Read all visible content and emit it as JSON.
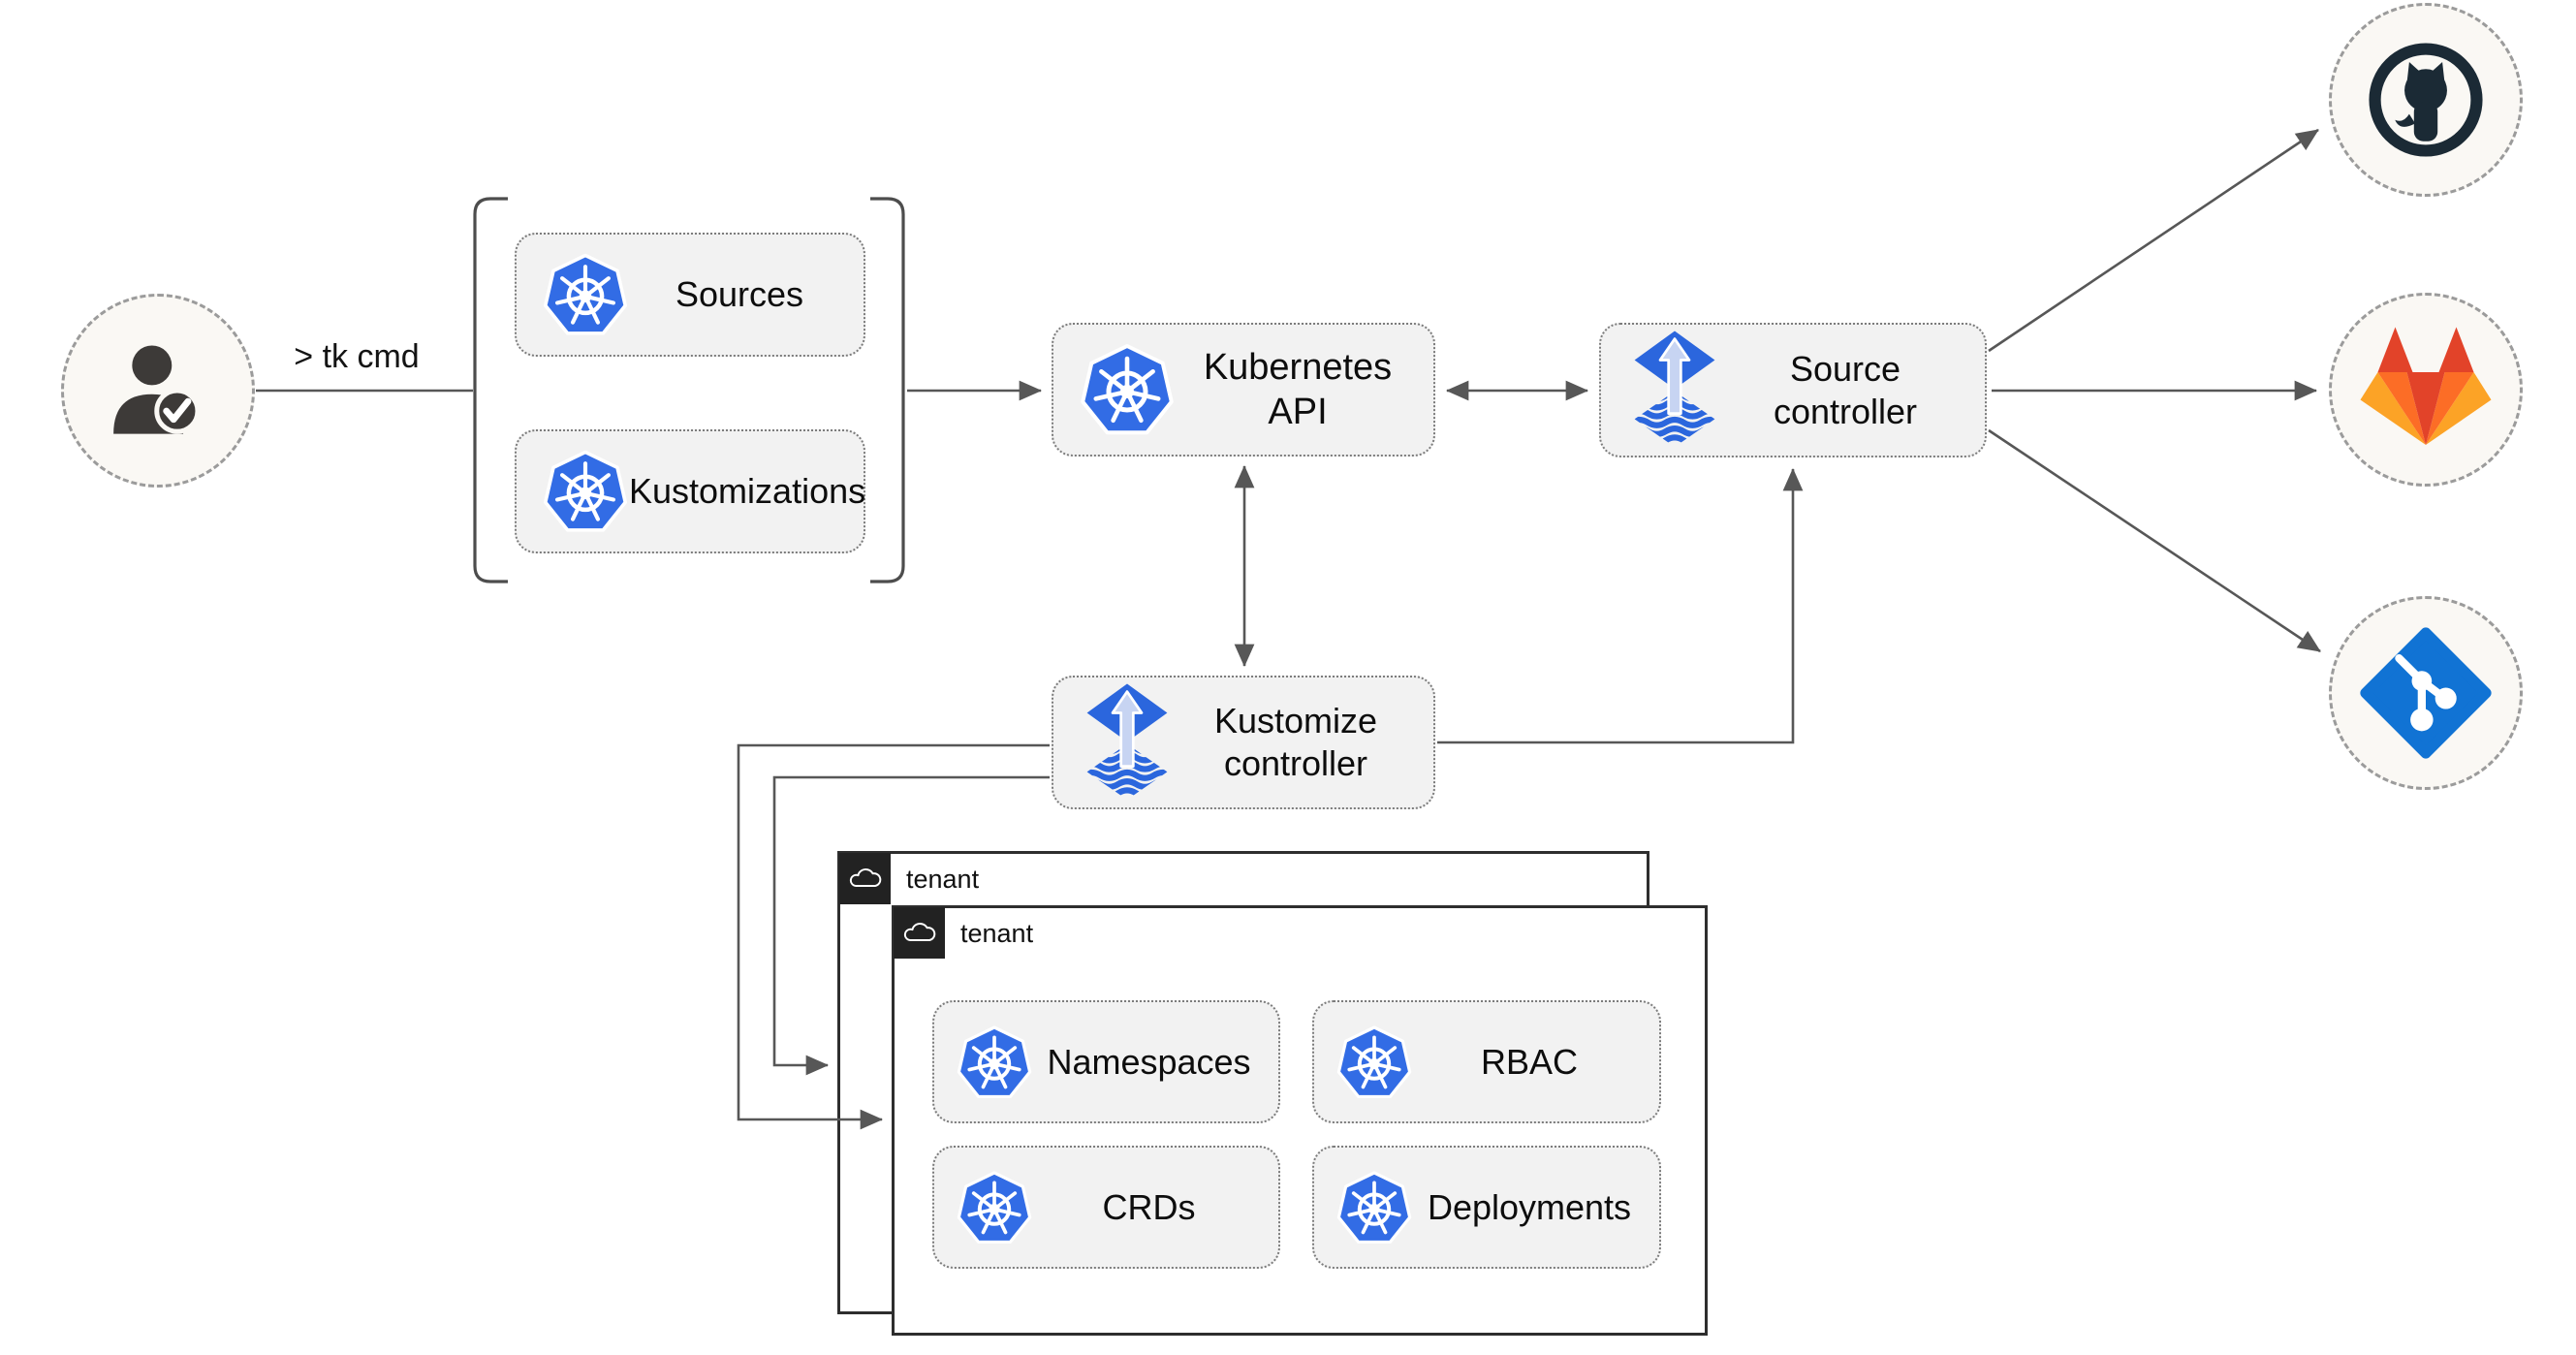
{
  "diagram": {
    "actor": {
      "icon": "user-check-icon",
      "command_label": "> tk cmd"
    },
    "cli_group": {
      "items": [
        {
          "label": "Sources",
          "icon": "kubernetes-icon"
        },
        {
          "label": "Kustomizations",
          "icon": "kubernetes-icon"
        }
      ]
    },
    "nodes": {
      "kubernetes_api": {
        "label": "Kubernetes API",
        "icon": "kubernetes-icon"
      },
      "source_controller": {
        "line1": "Source",
        "line2": "controller",
        "icon": "flux-icon"
      },
      "kustomize_controller": {
        "line1": "Kustomize",
        "line2": "controller",
        "icon": "flux-icon"
      }
    },
    "tenants": [
      {
        "label": "tenant",
        "icon": "cloud-icon"
      },
      {
        "label": "tenant",
        "icon": "cloud-icon",
        "resources": [
          "Namespaces",
          "RBAC",
          "CRDs",
          "Deployments"
        ],
        "resource_icon": "kubernetes-icon"
      }
    ],
    "remotes": [
      {
        "name": "GitHub",
        "icon": "github-icon"
      },
      {
        "name": "GitLab",
        "icon": "gitlab-icon"
      },
      {
        "name": "Git",
        "icon": "git-icon"
      }
    ],
    "colors": {
      "kubernetes_blue": "#326ce5",
      "flux_blue": "#2b66dd",
      "flux_arrow_light": "#c7d4f2",
      "node_fill": "#f2f2f2",
      "node_border": "#7c7c7c",
      "connector": "#575757",
      "circle_fill": "#faf8f4",
      "tenant_tab": "#222222",
      "github_dark": "#1b2a35",
      "gitlab_red": "#e24329",
      "gitlab_orange": "#fc6d26",
      "gitlab_light_orange": "#fca326",
      "git_blue": "#1173d4"
    }
  }
}
